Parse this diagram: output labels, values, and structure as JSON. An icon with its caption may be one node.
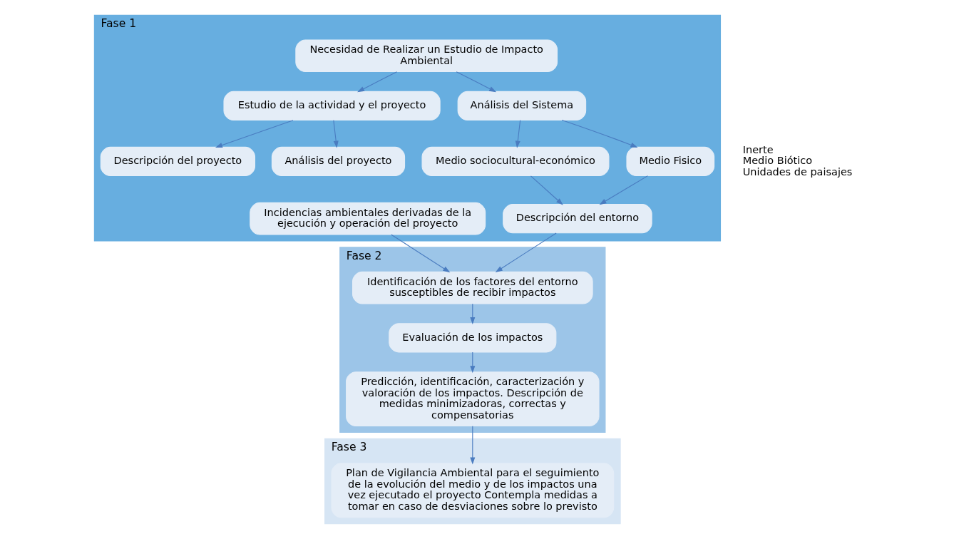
{
  "diagram": {
    "nodes": [
      {
        "text": [
          "Fase 1"
        ]
      },
      {
        "text": [
          "Necesidad de Realizar un Estudio de Impacto Ambiental"
        ],
        "in": 0
      },
      {
        "text": [
          "Estudio de la actividad y el proyecto"
        ],
        "in": 0
      },
      {
        "text": [
          "Análisis del Sistema"
        ],
        "in": 0
      },
      {
        "text": [
          "Descripción del proyecto"
        ],
        "in": 0
      },
      {
        "text": [
          "Análisis del proyecto"
        ],
        "in": 0
      },
      {
        "text": [
          "Medio sociocultural-económico"
        ],
        "in": 0
      },
      {
        "text": [
          "Medio Fisico"
        ],
        "in": 0
      },
      {
        "text": [
          "Incidencias ambientales derivadas de la ejecución y operación del proyecto"
        ],
        "in": 0
      },
      {
        "text": [
          "Descripción del entorno"
        ],
        "in": 0
      },
      {
        "text": [
          "Fase 2"
        ]
      },
      {
        "text": [
          "Identificación de los factores del entorno susceptibles de recibir impactos"
        ],
        "in": 10
      },
      {
        "text": [
          "Evaluación de los impactos"
        ],
        "in": 10
      },
      {
        "text": [
          "Predicción, identificación, caracterización y valoración de los impactos. Descripción de medidas minimizadoras, correctas y compensatorias"
        ],
        "in": 10
      },
      {
        "text": [
          "Fase 3"
        ]
      },
      {
        "text": [
          "Plan de Vigilancia Ambiental para el seguimiento de la evolución del medio y de los impactos una vez ejecutado el proyecto Contempla medidas a tomar en caso de desviaciones sobre lo previsto"
        ],
        "in": 14
      }
    ],
    "edges": [
      {
        "from": 1,
        "to": 2,
        "arrow": "to"
      },
      {
        "from": 1,
        "to": 3,
        "arrow": "to"
      },
      {
        "from": 2,
        "to": 4,
        "arrow": "to"
      },
      {
        "from": 2,
        "to": 5,
        "arrow": "to"
      },
      {
        "from": 3,
        "to": 6,
        "arrow": "to"
      },
      {
        "from": 3,
        "to": 7,
        "arrow": "to"
      },
      {
        "from": 6,
        "to": 9,
        "arrow": "to"
      },
      {
        "from": 7,
        "to": 9,
        "arrow": "to"
      },
      {
        "from": 8,
        "to": 11,
        "arrow": "to"
      },
      {
        "from": 9,
        "to": 11,
        "arrow": "to"
      },
      {
        "from": 11,
        "to": 12,
        "arrow": "to"
      },
      {
        "from": 12,
        "to": 13,
        "arrow": "to"
      },
      {
        "from": 13,
        "to": 15,
        "arrow": "to"
      }
    ],
    "labels": [
      "Inerte",
      "Medio Biótico",
      "Unidades de paisajes"
    ]
  }
}
